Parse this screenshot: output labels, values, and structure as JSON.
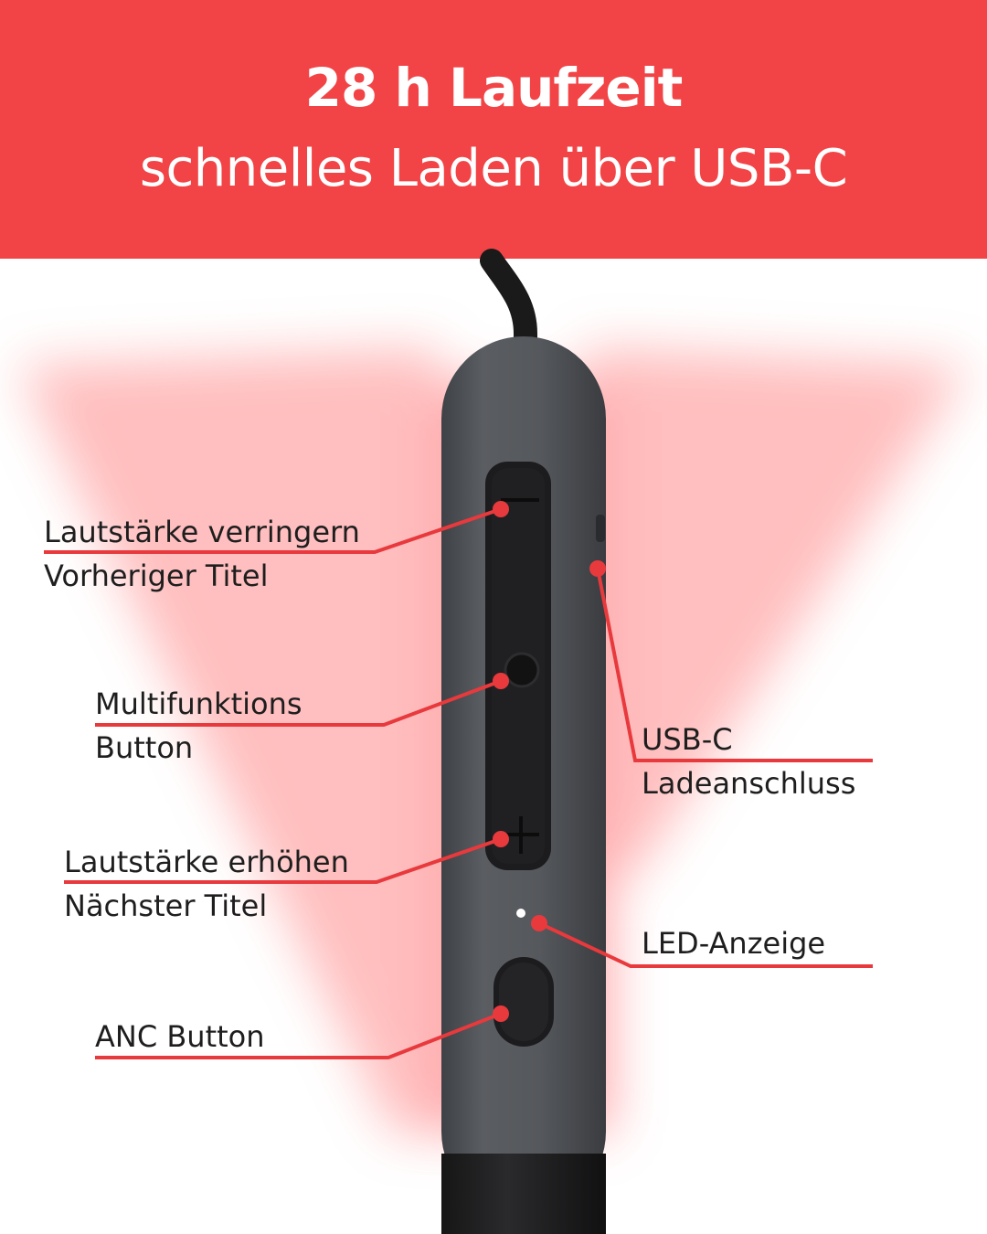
{
  "banner": {
    "headline": "28 h Laufzeit",
    "subline": "schnelles Laden über USB-C",
    "color": "#f24446"
  },
  "callouts": {
    "volume_down": {
      "line1": "Lautstärke verringern",
      "line2": "Vorheriger Titel"
    },
    "multifunction": {
      "line1": "Multifunktions",
      "line2": "Button"
    },
    "volume_up": {
      "line1": "Lautstärke erhöhen",
      "line2": "Nächster Titel"
    },
    "anc": {
      "line1": "ANC Button"
    },
    "usb_c": {
      "line1": "USB-C",
      "line2": "Ladeanschluss"
    },
    "led": {
      "line1": "LED-Anzeige"
    }
  },
  "colors": {
    "accent": "#e8393d",
    "device_body": "#505357",
    "button_panel": "#1c1c1e",
    "glow": "#ff9ea0"
  }
}
